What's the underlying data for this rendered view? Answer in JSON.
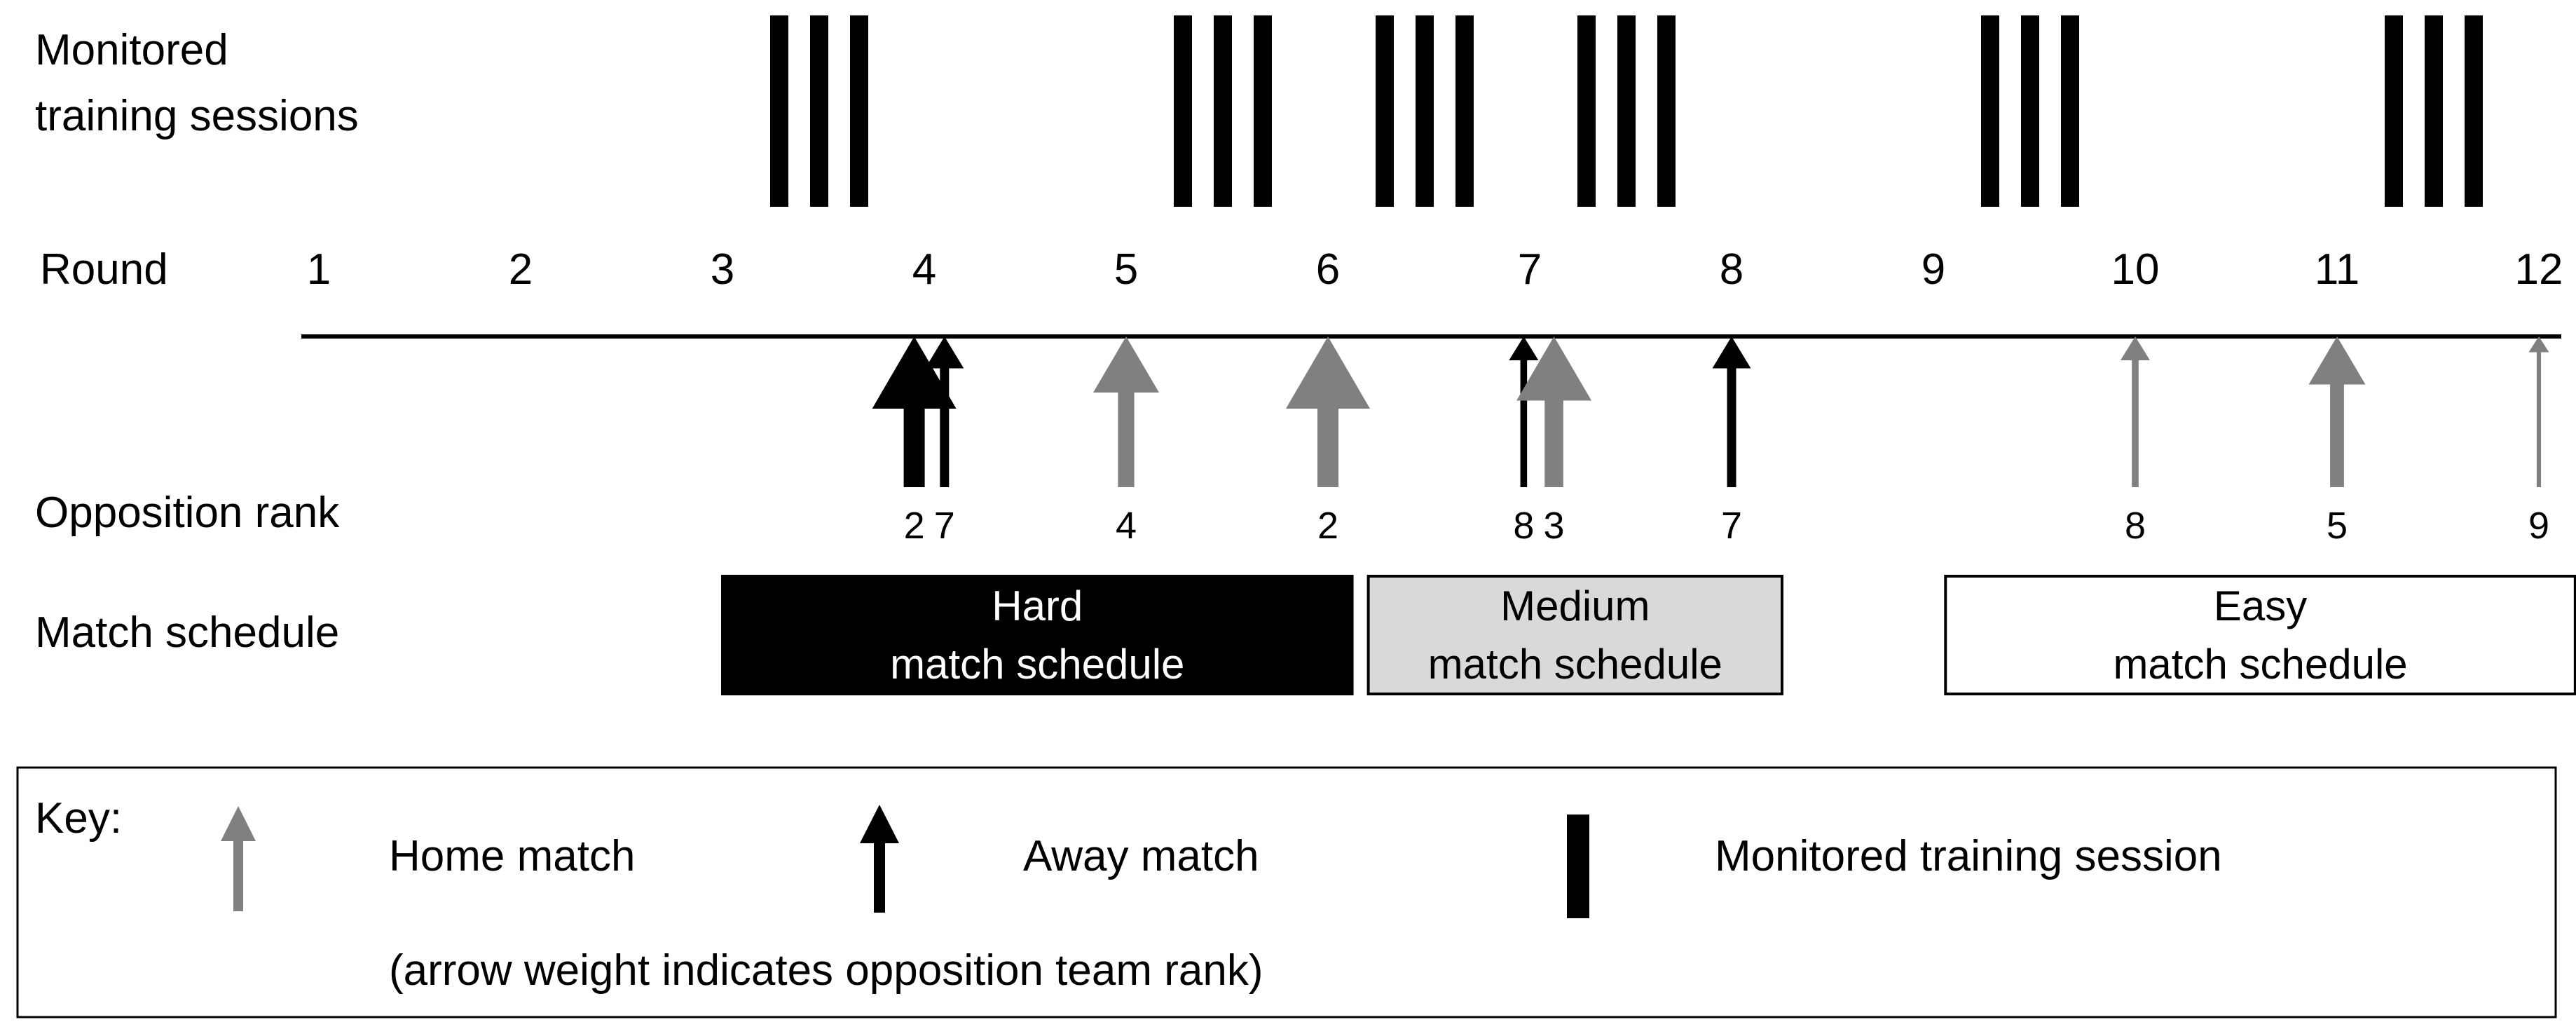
{
  "labels": {
    "monitored_line1": "Monitored",
    "monitored_line2": "training sessions",
    "round": "Round",
    "opposition_rank": "Opposition rank",
    "match_schedule": "Match schedule"
  },
  "rounds": [
    "1",
    "2",
    "3",
    "4",
    "5",
    "6",
    "7",
    "8",
    "9",
    "10",
    "11",
    "12"
  ],
  "training_sessions": [
    {
      "after_round": 3,
      "count": 3
    },
    {
      "after_round": 5,
      "count": 3
    },
    {
      "after_round": 6,
      "count": 3
    },
    {
      "after_round": 7,
      "count": 3
    },
    {
      "after_round": 9,
      "count": 3
    },
    {
      "after_round": 11,
      "count": 3
    }
  ],
  "matches": [
    {
      "round": 3.95,
      "venue": "away",
      "rank": "2"
    },
    {
      "round": 4.1,
      "venue": "away",
      "rank": "7"
    },
    {
      "round": 5,
      "venue": "home",
      "rank": "4"
    },
    {
      "round": 6,
      "venue": "home",
      "rank": "2"
    },
    {
      "round": 6.97,
      "venue": "away",
      "rank": "8"
    },
    {
      "round": 7.12,
      "venue": "home",
      "rank": "3"
    },
    {
      "round": 8,
      "venue": "away",
      "rank": "7"
    },
    {
      "round": 10,
      "venue": "home",
      "rank": "8"
    },
    {
      "round": 11,
      "venue": "home",
      "rank": "5"
    },
    {
      "round": 12,
      "venue": "home",
      "rank": "9"
    }
  ],
  "schedules": [
    {
      "id": "hard",
      "line1": "Hard",
      "line2": "match schedule",
      "from_round": 3,
      "to_round": 6.12,
      "fill": "#000000",
      "text_color": "#ffffff"
    },
    {
      "id": "medium",
      "line1": "Medium",
      "line2": "match schedule",
      "from_round": 6.2,
      "to_round": 8.25,
      "fill": "#d9d9d9",
      "text_color": "#000000"
    },
    {
      "id": "easy",
      "line1": "Easy",
      "line2": "match schedule",
      "from_round": 9.06,
      "to_round": 12.18,
      "fill": "#ffffff",
      "text_color": "#000000"
    }
  ],
  "key": {
    "title": "Key:",
    "home": "Home match",
    "away": "Away match",
    "training": "Monitored training session",
    "note": "(arrow weight indicates opposition team rank)"
  },
  "colors": {
    "home": "#808080",
    "away": "#000000",
    "training": "#000000",
    "border": "#000000"
  }
}
